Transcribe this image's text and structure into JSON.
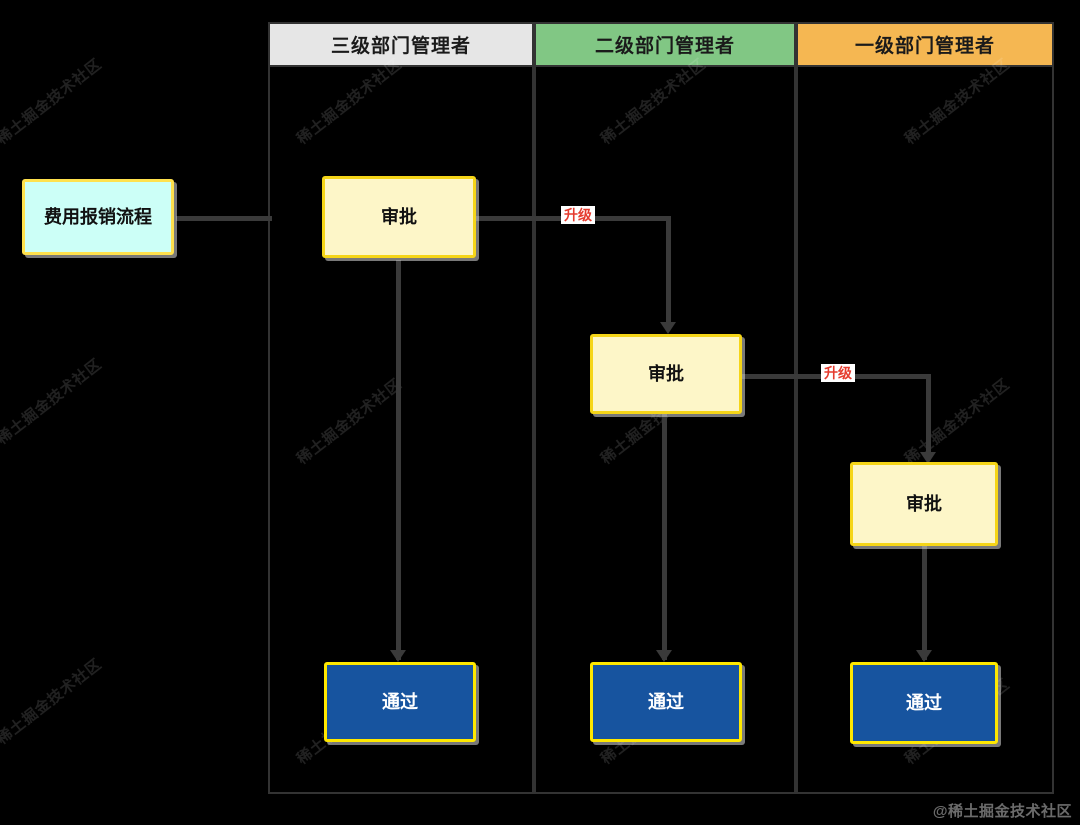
{
  "diagram": {
    "title": "费用报销流程",
    "type": "swimlane-flowchart",
    "lanes": [
      {
        "id": "lane-3",
        "header": "三级部门管理者",
        "color": "#e6e6e6"
      },
      {
        "id": "lane-2",
        "header": "二级部门管理者",
        "color": "#81c784"
      },
      {
        "id": "lane-1",
        "header": "一级部门管理者",
        "color": "#f5b752"
      }
    ],
    "nodes": {
      "start": {
        "label": "费用报销流程",
        "fill": "#ccfff7",
        "border": "#ffe14d"
      },
      "approve_l3": {
        "label": "审批",
        "fill": "#fdf6c8",
        "border": "#f5d518"
      },
      "approve_l2": {
        "label": "审批",
        "fill": "#fdf6c8",
        "border": "#f5d518"
      },
      "approve_l1": {
        "label": "审批",
        "fill": "#fdf6c8",
        "border": "#f5d518"
      },
      "pass_l3": {
        "label": "通过",
        "fill": "#17549f",
        "border": "#ffe800"
      },
      "pass_l2": {
        "label": "通过",
        "fill": "#17549f",
        "border": "#ffe800"
      },
      "pass_l1": {
        "label": "通过",
        "fill": "#17549f",
        "border": "#ffe800"
      }
    },
    "edge_labels": {
      "escalate_1": "升级",
      "escalate_2": "升级"
    },
    "edge_label_color": "#e53b2e"
  },
  "watermarks": {
    "tile_text": "稀土掘金技术社区",
    "corner_text": "@稀土掘金技术社区"
  }
}
